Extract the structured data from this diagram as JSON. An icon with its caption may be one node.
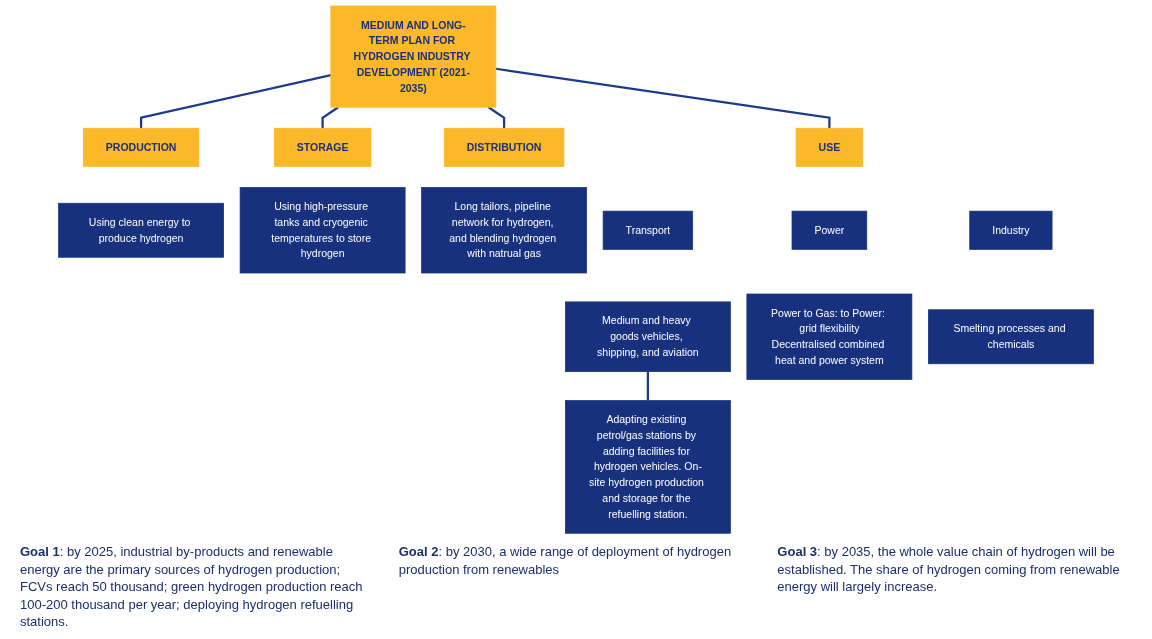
{
  "diagram": {
    "nodes": [
      {
        "text": [
          "MEDIUM AND LONG-TERM PLAN FOR HYDROGEN INDUSTRY DEVELOPMENT (2021-2035)"
        ]
      },
      {
        "text": [
          "PRODUCTION"
        ]
      },
      {
        "text": [
          "Using clean energy to produce hydrogen"
        ]
      },
      {
        "text": [
          "STORAGE"
        ]
      },
      {
        "text": [
          "Using high-pressure tanks and cryogenic temperatures to store hydrogen"
        ]
      },
      {
        "text": [
          "DISTRIBUTION"
        ]
      },
      {
        "text": [
          "Long tailors, pipeline network for hydrogen, and blending hydrogen with natrual gas"
        ]
      },
      {
        "text": [
          "USE"
        ]
      },
      {
        "text": [
          "Transport"
        ]
      },
      {
        "text": [
          "Power"
        ]
      },
      {
        "text": [
          "Industry"
        ]
      },
      {
        "text": [
          "Medium and heavy goods vehicles, shipping, and aviation"
        ]
      },
      {
        "text": [
          "Power to Gas: to Power: grid flexibility",
          "Decentralised combined heat and power system"
        ]
      },
      {
        "text": [
          "Smelting processes and chemicals"
        ]
      },
      {
        "text": [
          "Adapting existing petrol/gas stations by adding facilities for hydrogen vehicles. On-site hydrogen production and storage for the refuelling station."
        ]
      }
    ],
    "edges": [
      {
        "from": 0,
        "to": 1,
        "arrow": "none"
      },
      {
        "from": 0,
        "to": 3,
        "arrow": "none"
      },
      {
        "from": 0,
        "to": 5,
        "arrow": "none"
      },
      {
        "from": 0,
        "to": 7,
        "arrow": "none"
      },
      {
        "from": 11,
        "to": 14,
        "arrow": "none"
      }
    ],
    "labels": [
      "**Goal 1**: by 2025, industrial by-products and renewable energy are the primary sources of hydrogen production; FCVs reach 50 thousand; green hydrogen production reach 100-200 thousand per year; deploying hydrogen refuelling stations.",
      "**Goal 2**: by 2030, a wide range of deployment of hydrogen production from renewables",
      "**Goal 3**: by 2035, the  whole value chain of hydrogen will be established. The share of hydrogen coming from renewable energy will largely increase."
    ]
  }
}
